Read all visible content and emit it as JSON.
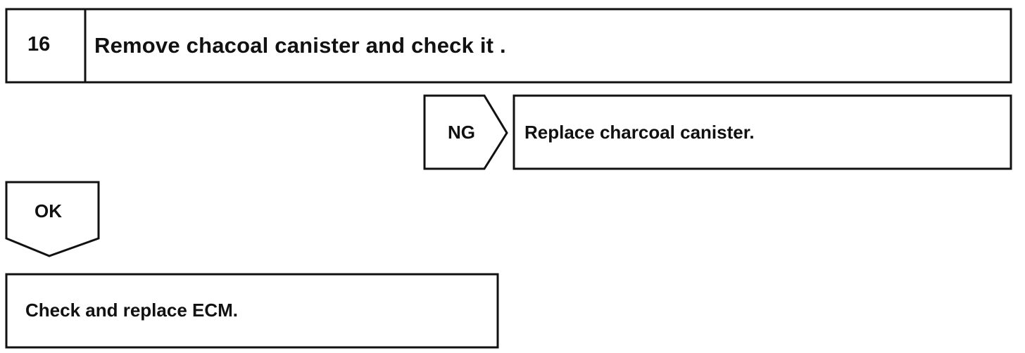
{
  "step": {
    "number": "16",
    "title": "Remove chacoal canister and check it ."
  },
  "branches": {
    "ng": {
      "label": "NG",
      "action": "Replace charcoal canister."
    },
    "ok": {
      "label": "OK",
      "action": "Check and replace ECM."
    }
  }
}
